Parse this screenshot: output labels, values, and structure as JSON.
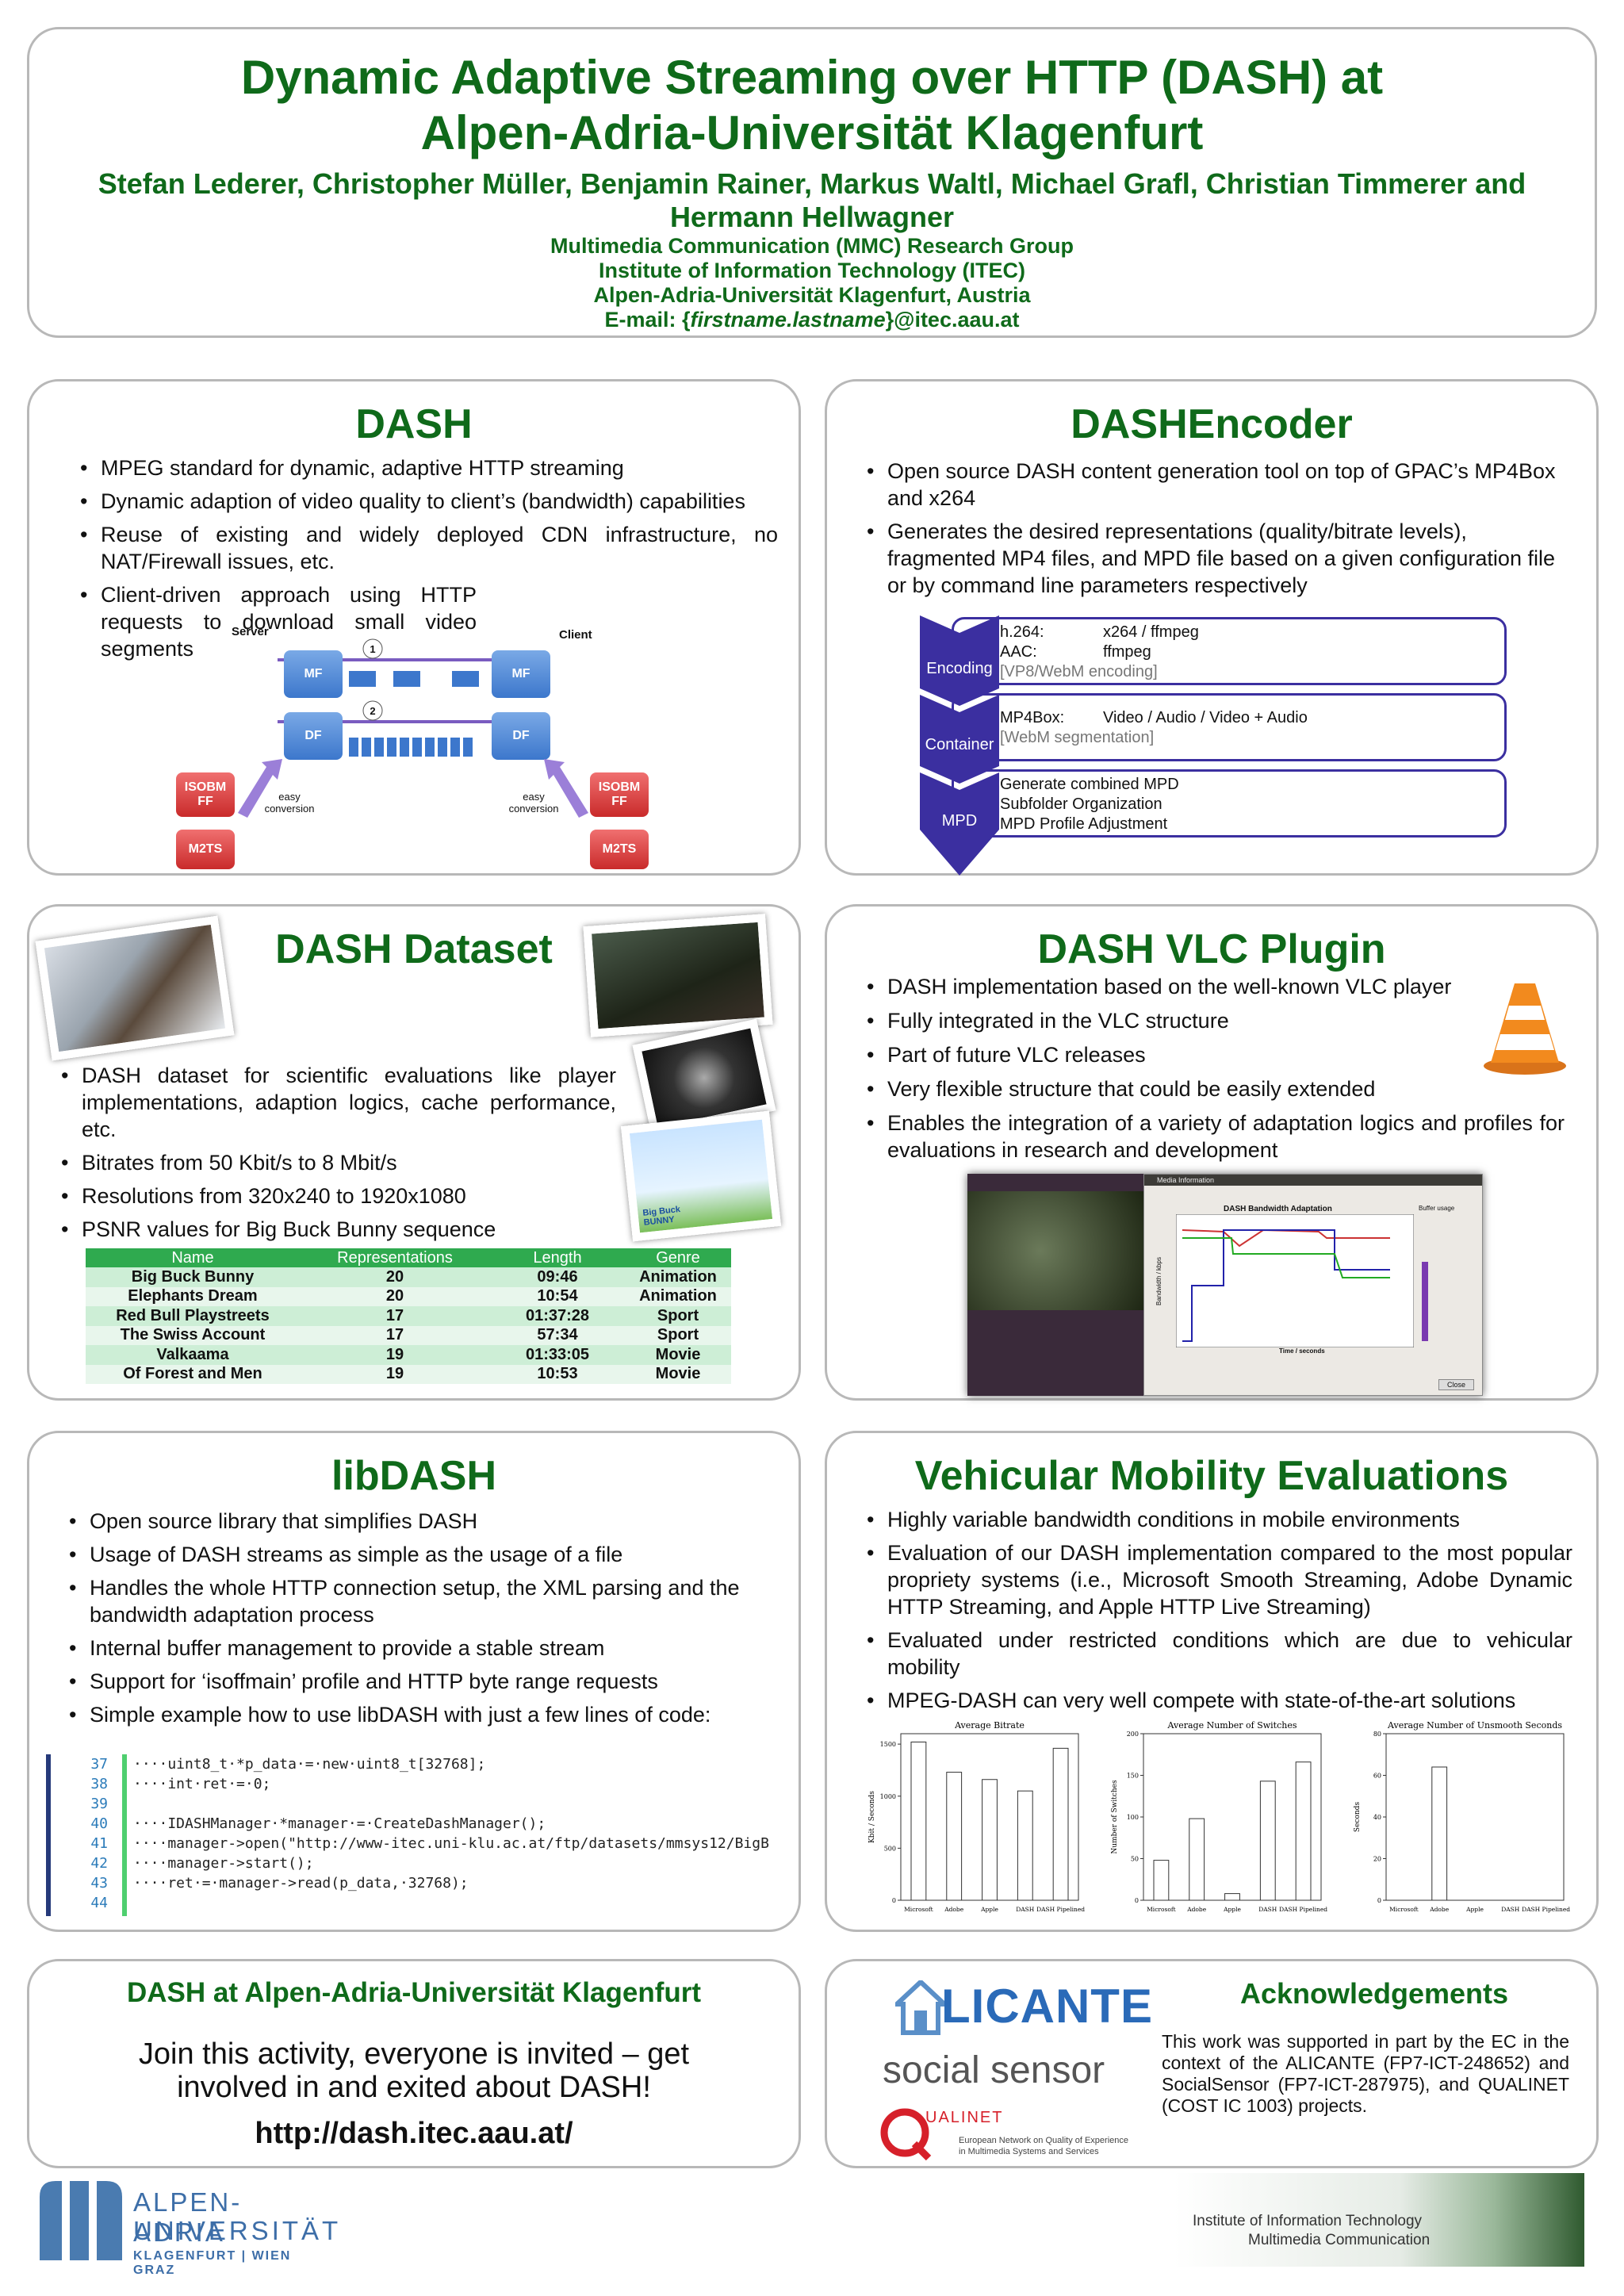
{
  "header": {
    "title1": "Dynamic Adaptive Streaming over HTTP (DASH) at",
    "title2": "Alpen-Adria-Universität Klagenfurt",
    "authors1": "Stefan Lederer, Christopher Müller, Benjamin Rainer, Markus Waltl, Michael Grafl, Christian Timmerer and",
    "authors2": "Hermann Hellwagner",
    "group": "Multimedia Communication (MMC) Research Group",
    "institute": "Institute of Information Technology (ITEC)",
    "uni": "Alpen-Adria-Universität Klagenfurt, Austria",
    "email_prefix": "E-mail: {",
    "email_italic": "firstname.lastname",
    "email_suffix": "}@itec.aau.at"
  },
  "dash": {
    "title": "DASH",
    "bullets": [
      "MPEG standard for dynamic, adaptive HTTP streaming",
      "Dynamic adaption of video quality to client’s (bandwidth) capabilities",
      "Reuse of existing and widely deployed CDN infrastructure, no NAT/Firewall issues, etc.",
      "Client-driven approach using HTTP requests to download small video segments"
    ],
    "diagram": {
      "server": "Server",
      "client": "Client",
      "mf": "MF",
      "df": "DF",
      "isobm": "ISOBM FF",
      "m2ts": "M2TS",
      "conv": "easy conversion",
      "n1": "1",
      "n2": "2"
    }
  },
  "encoder": {
    "title": "DASHEncoder",
    "bullets": [
      "Open source DASH content generation tool on top of GPAC’s MP4Box and x264",
      "Generates the desired representations (quality/bitrate levels), fragmented MP4 files, and MPD file based on a given configuration file or by command line parameters respectively"
    ],
    "rows": [
      {
        "label": "Encoding",
        "items": [
          [
            "h.264:",
            "x264 / ffmpeg"
          ],
          [
            "AAC:",
            "ffmpeg"
          ],
          [
            "[VP8/WebM encoding]",
            ""
          ]
        ]
      },
      {
        "label": "Container",
        "items": [
          [
            "MP4Box:",
            "Video / Audio / Video + Audio"
          ],
          [
            "[WebM segmentation]",
            ""
          ]
        ]
      },
      {
        "label": "MPD",
        "items": [
          [
            "Generate combined MPD",
            ""
          ],
          [
            "Subfolder Organization",
            ""
          ],
          [
            "MPD Profile Adjustment",
            ""
          ]
        ]
      }
    ]
  },
  "dataset": {
    "title": "DASH Dataset",
    "bullets": [
      "DASH dataset for scientific evaluations like player implementations, adaption logics, cache performance, etc.",
      "Bitrates from 50 Kbit/s to 8 Mbit/s",
      "Resolutions from 320x240 to 1920x1080",
      "PSNR values for Big Buck Bunny sequence"
    ],
    "table": {
      "headers": [
        "Name",
        "Representations",
        "Length",
        "Genre"
      ],
      "rows": [
        [
          "Big Buck Bunny",
          "20",
          "09:46",
          "Animation"
        ],
        [
          "Elephants Dream",
          "20",
          "10:54",
          "Animation"
        ],
        [
          "Red Bull Playstreets",
          "17",
          "01:37:28",
          "Sport"
        ],
        [
          "The Swiss Account",
          "17",
          "57:34",
          "Sport"
        ],
        [
          "Valkaama",
          "19",
          "01:33:05",
          "Movie"
        ],
        [
          "Of Forest and Men",
          "19",
          "10:53",
          "Movie"
        ]
      ]
    },
    "bbb_logo": "Big Buck BUNNY"
  },
  "vlc": {
    "title": "DASH VLC Plugin",
    "bullets": [
      "DASH implementation based on the well-known VLC player",
      "Fully integrated in the VLC structure",
      "Part of future VLC releases",
      "Very flexible structure that could be easily extended",
      "Enables the integration of a variety of adaptation logics and profiles for evaluations in research and development"
    ],
    "screenshot": {
      "window_title": "Media Information",
      "chart_title": "DASH Bandwidth Adaptation",
      "ylabel": "Bandwidth / kbps",
      "xlabel": "Time / seconds",
      "side_label": "Buffer usage",
      "button": "Close"
    }
  },
  "libdash": {
    "title": "libDASH",
    "bullets": [
      "Open source library that simplifies DASH",
      "Usage of DASH streams as simple as the usage of a file",
      "Handles the whole HTTP connection setup, the XML parsing and the bandwidth adaptation process",
      "Internal buffer management to provide a stable stream",
      "Support for ‘isoffmain’ profile and HTTP byte range requests",
      "Simple example how to use libDASH with just a few lines of code:"
    ],
    "code": [
      {
        "n": "37",
        "t": "····uint8_t·*p_data·=·new·uint8_t[32768];"
      },
      {
        "n": "38",
        "t": "····int·ret·=·0;"
      },
      {
        "n": "39",
        "t": ""
      },
      {
        "n": "40",
        "t": "····IDASHManager·*manager·=·CreateDashManager();"
      },
      {
        "n": "41",
        "t": "····manager->open(\"http://www-itec.uni-klu.ac.at/ftp/datasets/mmsys12/BigB"
      },
      {
        "n": "42",
        "t": "····manager->start();"
      },
      {
        "n": "43",
        "t": "····ret·=·manager->read(p_data,·32768);"
      },
      {
        "n": "44",
        "t": ""
      }
    ]
  },
  "vehicular": {
    "title": "Vehicular Mobility Evaluations",
    "bullets": [
      "Highly variable bandwidth conditions in mobile environments",
      "Evaluation of our DASH implementation compared to the most popular propriety systems (i.e., Microsoft Smooth Streaming, Adobe Dynamic HTTP Streaming, and Apple HTTP Live Streaming)",
      "Evaluated under restricted conditions which are due to vehicular mobility",
      "MPEG-DASH can very well compete with state-of-the-art solutions"
    ]
  },
  "chart_data": [
    {
      "type": "bar",
      "title": "Average Bitrate",
      "ylabel": "Kbit / Seconds",
      "categories": [
        "Microsoft",
        "Adobe",
        "Apple",
        "DASH",
        "DASH Pipelined"
      ],
      "values": [
        1520,
        1230,
        1160,
        1050,
        1460
      ],
      "ylim": [
        0,
        1600
      ],
      "yticks": [
        0,
        500,
        1000,
        1500
      ]
    },
    {
      "type": "bar",
      "title": "Average Number of Switches",
      "ylabel": "Number of Switches",
      "categories": [
        "Microsoft",
        "Adobe",
        "Apple",
        "DASH",
        "DASH Pipelined"
      ],
      "values": [
        48,
        98,
        8,
        143,
        166
      ],
      "ylim": [
        0,
        200
      ],
      "yticks": [
        0,
        50,
        100,
        150,
        200
      ]
    },
    {
      "type": "bar",
      "title": "Average Number of Unsmooth Seconds",
      "ylabel": "Seconds",
      "categories": [
        "Microsoft",
        "Adobe",
        "Apple",
        "DASH",
        "DASH Pipelined"
      ],
      "values": [
        0,
        64,
        0,
        0,
        0
      ],
      "ylim": [
        0,
        80
      ],
      "yticks": [
        0,
        20,
        40,
        60,
        80
      ]
    }
  ],
  "aau": {
    "title": "DASH at Alpen-Adria-Universität Klagenfurt",
    "text1": "Join this activity, everyone is invited – get",
    "text2": "involved in and exited about DASH!",
    "url": "http://dash.itec.aau.at/"
  },
  "ack": {
    "title": "Acknowledgements",
    "text": "This work was supported in part by the EC in the context of the ALICANTE (FP7-ICT-248652) and SocialSensor (FP7-ICT-287975), and QUALINET (COST IC 1003) projects.",
    "alicante": "LICANTE",
    "social": "social sensor",
    "qualinet": "UALINET",
    "qualinet_sub1": "European Network on Quality of Experience",
    "qualinet_sub2": "in Multimedia Systems and Services"
  },
  "footer": {
    "aau1": "ALPEN-ADRIA",
    "aau2": "UNIVERSITÄT",
    "aau3": "KLAGENFURT | WIEN GRAZ",
    "itec1": "Institute of Information Technology",
    "itec2": "Multimedia Communication"
  },
  "colors": {
    "title_green": "#0f6a1a",
    "table_header": "#2faa4f",
    "encoder_blue": "#3b2fa0"
  }
}
